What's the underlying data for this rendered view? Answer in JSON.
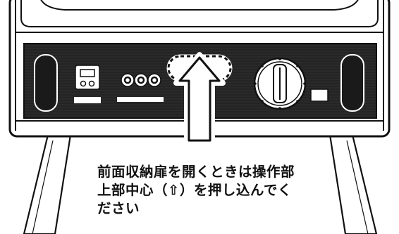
{
  "instruction": {
    "lines": [
      "前面収納扉を開くときは操作部",
      "上部中心（⇧）を押し込んでく",
      "ださい"
    ]
  },
  "icons": {
    "push_point": "dashed-oval-push-point",
    "push_arrow": "up-arrow-icon",
    "main_dial": "rotary-dial-icon",
    "timer_display": "timer-display-icon",
    "connector_jacks": "round-jack-icon"
  },
  "colors": {
    "panel": "#1a1a1a",
    "line": "#111111",
    "background": "#ffffff"
  }
}
